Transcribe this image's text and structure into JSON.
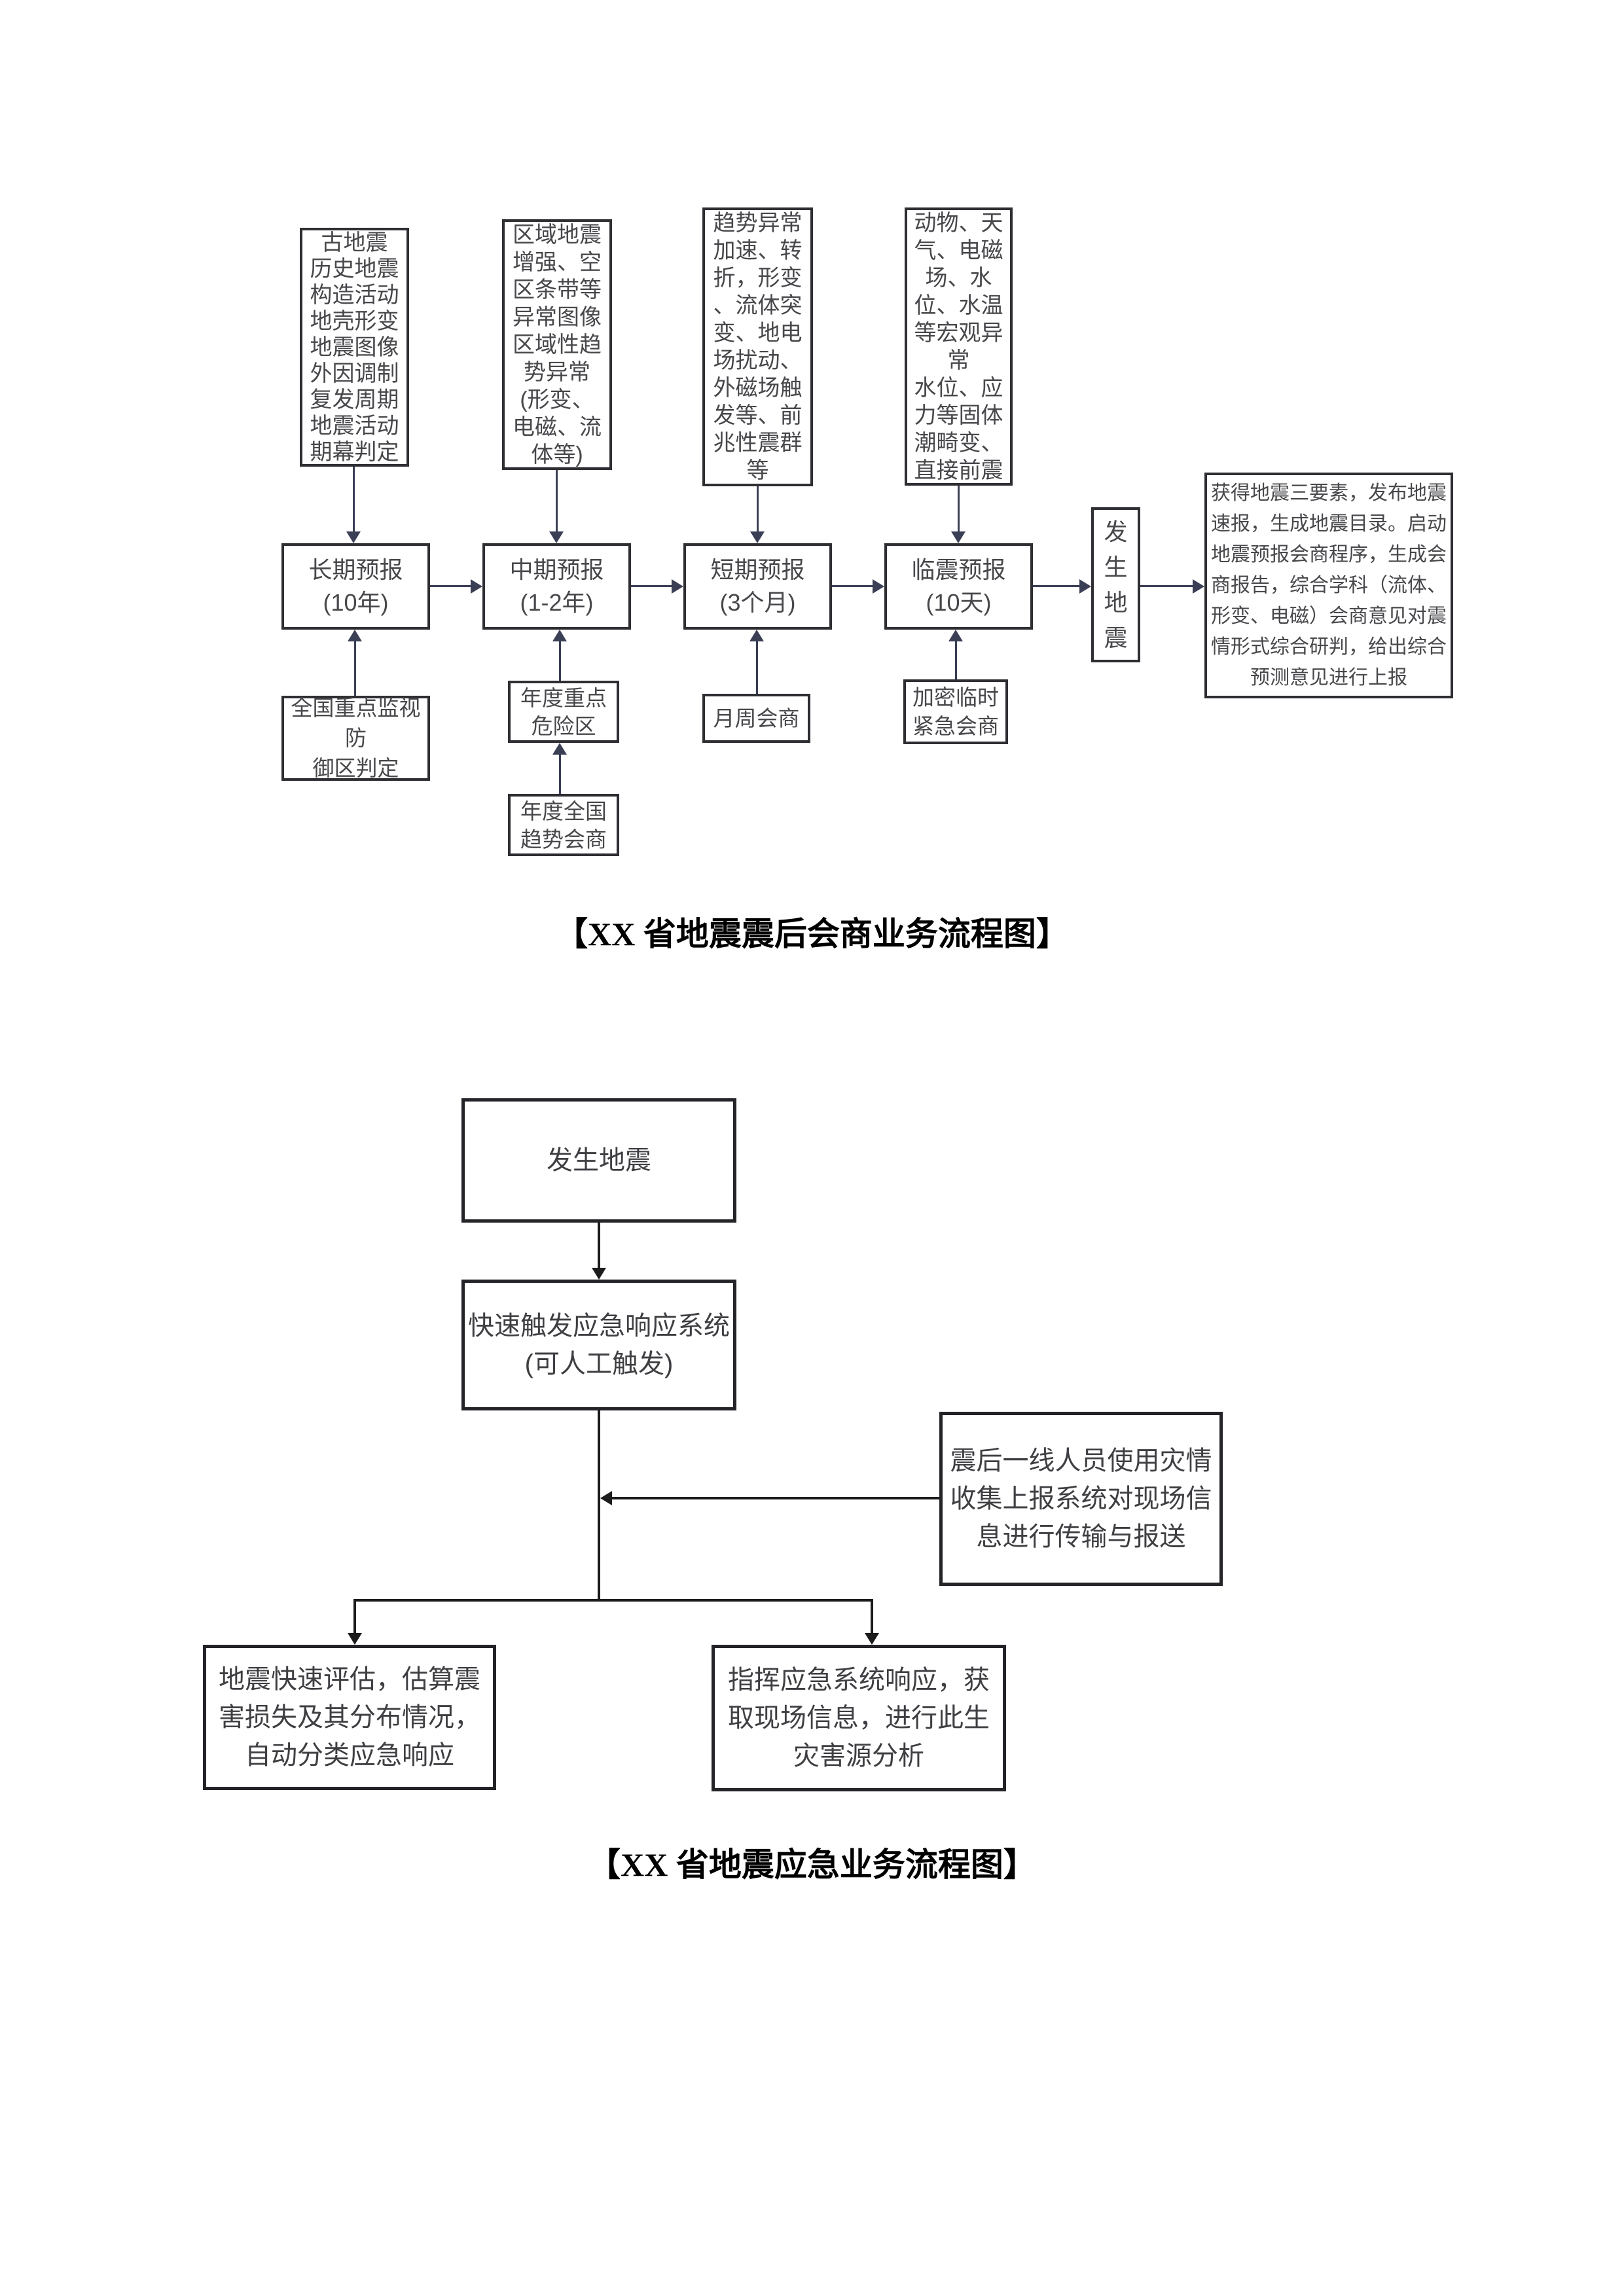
{
  "chart1": {
    "caption": "【XX 省地震震后会商业务流程图】",
    "inputs": {
      "b1": "古地震\n历史地震\n构造活动\n地壳形变\n地震图像\n外因调制\n复发周期\n地震活动\n期幕判定",
      "b2": "区域地震\n增强、空\n区条带等\n异常图像\n区域性趋\n势异常\n(形变、\n电磁、流\n体等)",
      "b3": "趋势异常\n加速、转\n折，形变\n、流体突\n变、地电\n场扰动、\n外磁场触\n发等、前\n兆性震群\n等",
      "b4": "动物、天\n气、电磁\n场、水\n位、水温\n等宏观异\n常\n水位、应\n力等固体\n潮畸变、\n直接前震"
    },
    "stages": {
      "long": "长期预报\n(10年)",
      "mid": "中期预报\n(1-2年)",
      "short": "短期预报\n(3个月)",
      "imminent": "临震预报\n(10天)"
    },
    "quake": "发\n生\n地\n震",
    "result": "获得地震三要素，发布地震\n速报，生成地震目录。启动\n地震预报会商程序，生成会\n商报告，综合学科（流体、\n形变、电磁）会商意见对震\n情形式综合研判，给出综合\n预测意见进行上报",
    "supports": {
      "national": "全国重点监视防\n御区判定",
      "annual_key": "年度重点\n危险区",
      "annual_trend": "年度全国\n趋势会商",
      "monthly": "月周会商",
      "urgent": "加密临时\n紧急会商"
    }
  },
  "chart2": {
    "caption": "【XX 省地震应急业务流程图】",
    "quake": "发生地震",
    "trigger": "快速触发应急响应系统\n(可人工触发)",
    "report": "震后一线人员使用灾情\n收集上报系统对现场信\n息进行传输与报送",
    "assess": "地震快速评估，估算震\n害损失及其分布情况，\n自动分类应急响应",
    "command": "指挥应急系统响应，获\n取现场信息，进行此生\n灾害源分析"
  },
  "colors": {
    "flow1_line": "#3a3f55",
    "flow2_line": "#1c1c1c",
    "box_border": "#2f2f33",
    "text": "#3d3d3d",
    "page_bg": "#ffffff"
  }
}
